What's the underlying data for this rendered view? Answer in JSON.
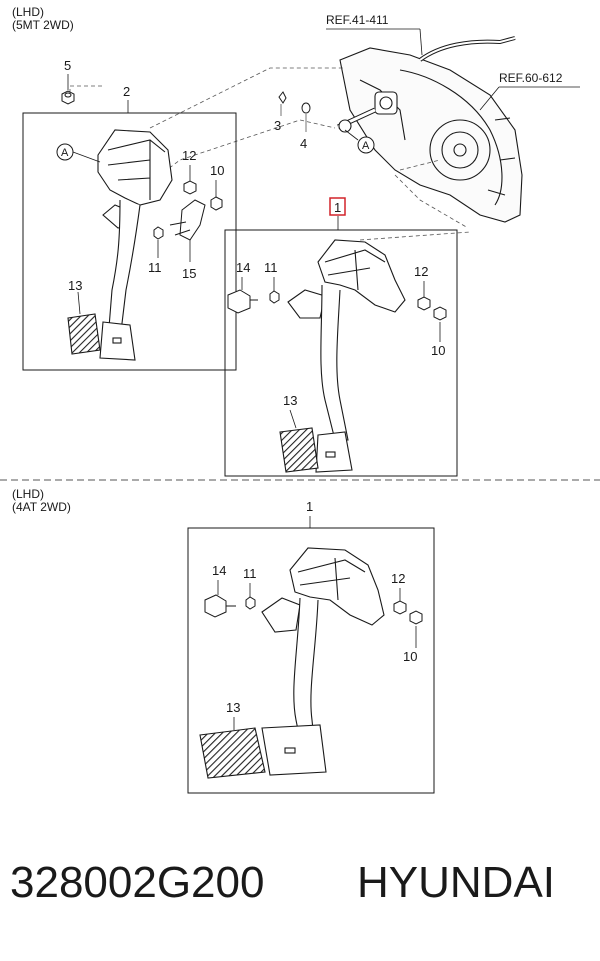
{
  "section_top": {
    "line1": "(LHD)",
    "line2": "(5MT 2WD)"
  },
  "section_bottom": {
    "line1": "(LHD)",
    "line2": "(4AT 2WD)"
  },
  "refs": {
    "ref1": "REF.41-411",
    "ref2": "REF.60-612"
  },
  "callouts": {
    "c5": "5",
    "c2": "2",
    "c3": "3",
    "c4": "4",
    "cA1": "A",
    "cA2": "A",
    "c12a": "12",
    "c10a": "10",
    "c11a": "11",
    "c15": "15",
    "c13a": "13",
    "c1a": "1",
    "c14a": "14",
    "c11b": "11",
    "c12b": "12",
    "c10b": "10",
    "c13b": "13",
    "c1b": "1",
    "c14b": "14",
    "c11c": "11",
    "c12c": "12",
    "c10c": "10",
    "c13c": "13"
  },
  "footer": {
    "part_number": "328002G200",
    "brand": "HYUNDAI"
  },
  "colors": {
    "highlight": "#d2232a",
    "line": "#1a1a1a",
    "dash": "#555555"
  }
}
